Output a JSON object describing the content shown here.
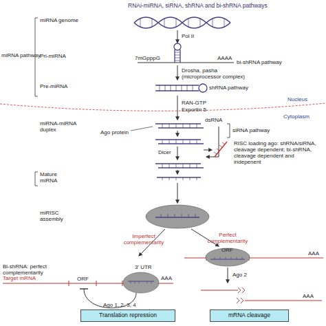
{
  "diagram": {
    "title": "RNAi-miRNA, siRNA, shRNA and bi-shRNA pathways",
    "nodes": [
      {
        "text": [
          "Translation repression"
        ]
      },
      {
        "text": [
          "mRNA cleavage"
        ]
      }
    ],
    "labels": [
      "miRNA genome",
      "miRNA pathway",
      "Pri-miRNA",
      "Pre-miRNA",
      "Pol II",
      "7mGpppG",
      "AAAA",
      "bi-shRNA pathway",
      "Drosha, pasha (microprocessor complex)",
      "shRNA pathway",
      "RAN-GTP",
      "Exportin 5",
      "Nucleus",
      "Cytoplasm",
      "dsRNA",
      "siRNA pathway",
      "miRNA-miRNA duplex",
      "Ago protein",
      "Dicer",
      "RISC loading ago: shRNA/siRNA, cleavage dependent; bi-shRNA, cleavage dependent and indepenent",
      "Mature miRNA",
      "miRISC assembly",
      "Imperfect complementarity",
      "Perfect complementarity",
      "Bi-shRNA: perfect complementarity",
      "3' UTR",
      "Target mRNA",
      "ORF",
      "AAA",
      "Ago 1, 2, 3, 4",
      "ORF",
      "AAA",
      "Ago 2",
      "AAA"
    ]
  }
}
